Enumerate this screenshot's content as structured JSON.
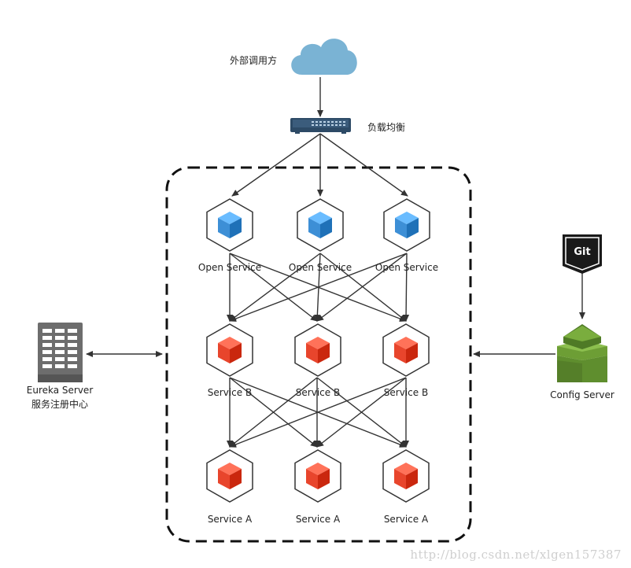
{
  "labels": {
    "client": "外部调用方",
    "load_balancer": "负载均衡",
    "open_service": "Open Service",
    "service_b": "Service B",
    "service_a": "Service A",
    "eureka_name": "Eureka Server",
    "eureka_desc": "服务注册中心",
    "git": "Git",
    "config_server": "Config Server"
  },
  "watermark": "http://blog.csdn.net/xlgen157387",
  "colors": {
    "cloud": "#7ab3d4",
    "blue_cube": "#3d8fd6",
    "red_cube": "#e8452c",
    "hexagon_stroke": "#333333",
    "arrow": "#333333",
    "server_gray": "#6d6d6d",
    "config_green": "#5f8e2e",
    "git_badge": "#1a1a1a"
  },
  "icons": {
    "client": "cloud-icon",
    "load_balancer": "network-switch-icon",
    "service_node": "cube-hexagon-icon",
    "eureka": "server-rack-icon",
    "git": "git-badge-icon",
    "config_server": "stacked-layers-icon"
  }
}
